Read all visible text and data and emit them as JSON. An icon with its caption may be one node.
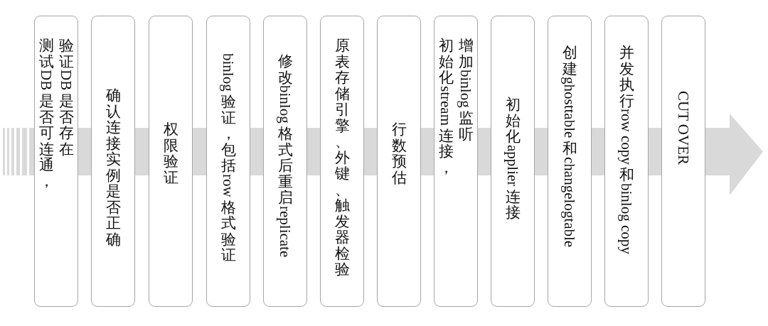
{
  "diagram": {
    "nodes": [
      {
        "text": [
          "测试DB是否可连通，",
          "验证DB是否存在"
        ]
      },
      {
        "text": [
          "确认连接实例是否正确"
        ]
      },
      {
        "text": [
          "权限验证"
        ]
      },
      {
        "text": [
          "binlog验证，包括row格式验证"
        ]
      },
      {
        "text": [
          "修改binlog格式后重启replicate"
        ]
      },
      {
        "text": [
          "原表存储引擎、外键、触发器检验"
        ]
      },
      {
        "text": [
          "行数预估"
        ]
      },
      {
        "text": [
          "初始化stream连接，",
          "增加binlog监听"
        ]
      },
      {
        "text": [
          "初始化applier连接"
        ]
      },
      {
        "text": [
          "创建ghosttable和changelogtable"
        ]
      },
      {
        "text": [
          "并发执行row copy和binlog copy"
        ]
      },
      {
        "text": [
          "CUT OVER"
        ]
      }
    ]
  }
}
